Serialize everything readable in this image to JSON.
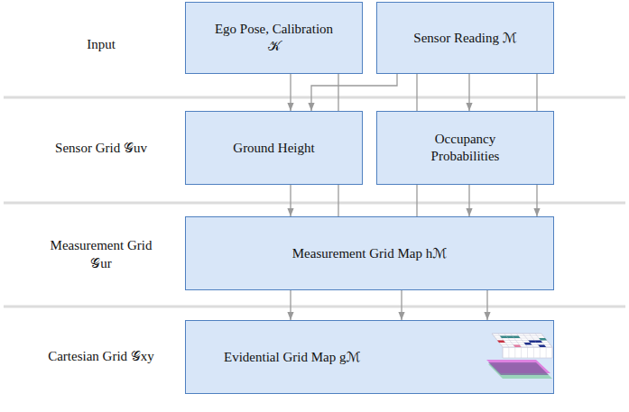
{
  "diagram": {
    "nodes": [
      {
        "text": [
          "Ego Pose, Calibration 𝒦"
        ]
      },
      {
        "text": [
          "Sensor Reading ℳ"
        ]
      },
      {
        "text": [
          "Ground Height"
        ]
      },
      {
        "text": [
          "Occupancy Probabilities"
        ]
      },
      {
        "text": [
          "Measurement Grid Map hℳ"
        ]
      },
      {
        "text": [
          "Evidential Grid Map gℳ"
        ]
      }
    ],
    "edges": [
      {
        "from": 0,
        "to": 2,
        "arrow": "to"
      },
      {
        "from": 1,
        "to": 2,
        "arrow": "to"
      },
      {
        "from": 0,
        "to": 4,
        "arrow": "none"
      },
      {
        "from": 1,
        "to": 3,
        "arrow": "to"
      },
      {
        "from": 1,
        "to": 4,
        "arrow": "none"
      },
      {
        "from": 1,
        "to": 4,
        "arrow": "to"
      },
      {
        "from": 2,
        "to": 4,
        "arrow": "to"
      },
      {
        "from": 3,
        "to": 4,
        "arrow": "to"
      },
      {
        "from": 4,
        "to": 5,
        "arrow": "to"
      },
      {
        "from": 4,
        "to": 5,
        "arrow": "to"
      },
      {
        "from": 4,
        "to": 5,
        "arrow": "to"
      }
    ],
    "labels": [
      "Input",
      "Sensor Grid 𝒢uv",
      "Measurement Grid 𝒢ur",
      "Cartesian Grid 𝒢xy"
    ]
  }
}
